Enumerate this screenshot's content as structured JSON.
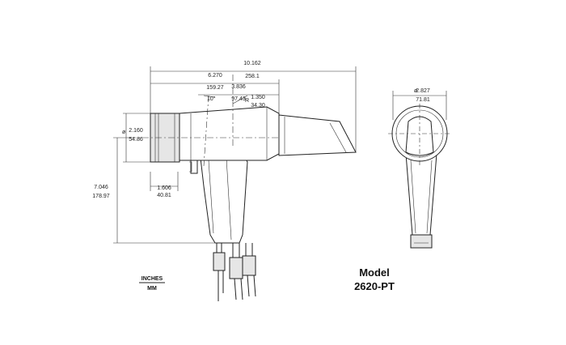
{
  "dimensions": {
    "overall_length": {
      "in": "10.162",
      "mm": "258.1"
    },
    "to_head": {
      "in": "6.270",
      "mm": "159.27"
    },
    "mid": {
      "in": "3.836",
      "mm": "97.43"
    },
    "radius": {
      "prefix": "R",
      "in": "1.350",
      "mm": "34.30"
    },
    "angle": "10°",
    "head_diameter": {
      "prefix": "ø",
      "in": "2.160",
      "mm": "54.86"
    },
    "grip_offset": {
      "in": "1.606",
      "mm": "40.81"
    },
    "height": {
      "in": "7.046",
      "mm": "178.97"
    },
    "end_view_diameter": {
      "prefix": "ø",
      "in": "2.827",
      "mm": "71.81"
    }
  },
  "units_legend": {
    "top": "INCHES",
    "bottom": "MM"
  },
  "model_label": {
    "line1": "Model",
    "line2": "2620-PT"
  },
  "colors": {
    "line": "#222222",
    "shade": "#e6e6e6",
    "background": "#ffffff"
  }
}
